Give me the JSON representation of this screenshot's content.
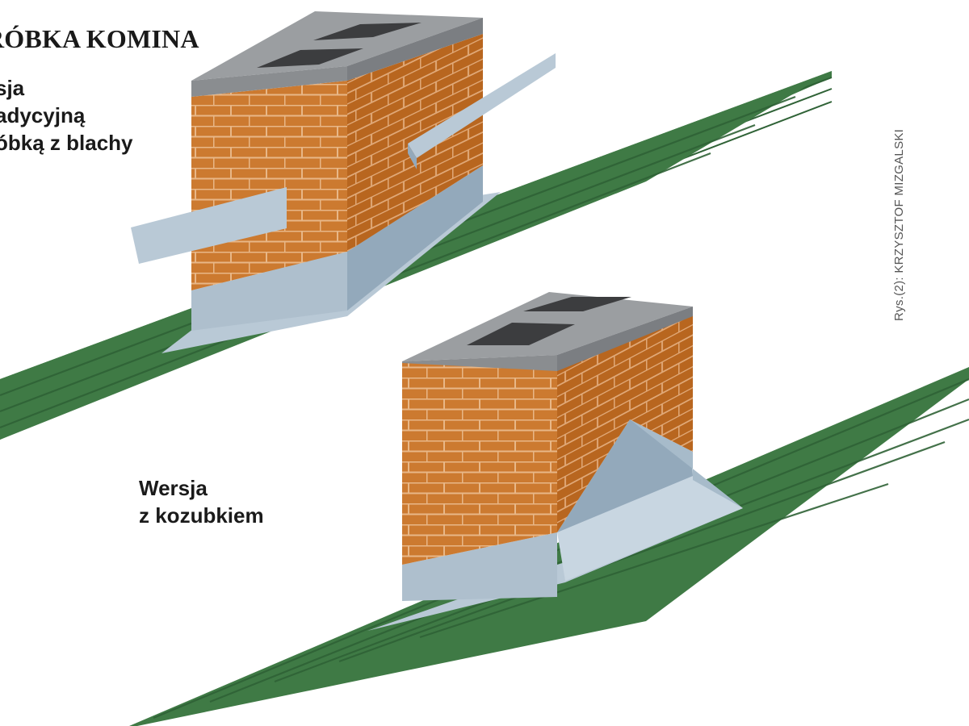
{
  "title": "RÓBKA KOMINA",
  "version_traditional": {
    "lines": [
      "sja",
      "adycyjną",
      "óbką z blachy"
    ]
  },
  "version_cricket": {
    "lines": [
      "Wersja",
      "z kozubkiem"
    ]
  },
  "credit": "Rys.(2): KRZYSZTOF MIZGALSKI",
  "colors": {
    "roof": "#3f7a45",
    "roof_line": "#2f6236",
    "brick_front": "#cc7a30",
    "brick_side": "#b8661f",
    "mortar": "#e8b787",
    "cap_top": "#9b9ea1",
    "flue": "#3c3d3f",
    "flashing": "#b9c9d6",
    "flashing_dark": "#93a9bb"
  }
}
